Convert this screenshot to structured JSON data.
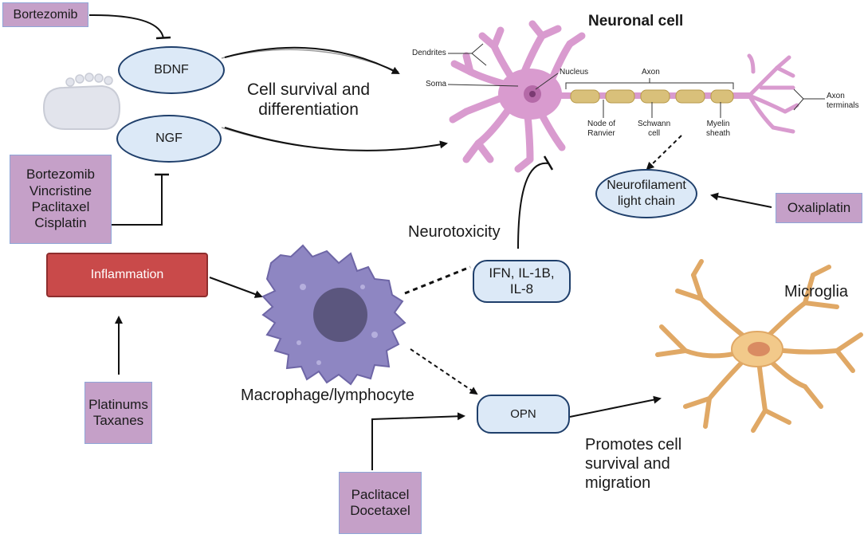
{
  "title": "Neuronal cell",
  "drugs": {
    "bortezomib_top": "Bortezomib",
    "group_left": "Bortezomib\nVincristine\nPaclitaxel\nCisplatin",
    "oxaliplatin": "Oxaliplatin",
    "platinums": "Platinums\nTaxanes",
    "paclitacel": "Paclitacel\nDocetaxel"
  },
  "factors": {
    "bdnf": "BDNF",
    "ngf": "NGF",
    "nfl": "Neurofilament\nlight chain",
    "ifn": "IFN, IL-1B,\nIL-8",
    "opn": "OPN"
  },
  "inflammation": "Inflammation",
  "labels": {
    "cell_survival": "Cell survival and\ndifferentiation",
    "neurotoxicity": "Neurotoxicity",
    "macrophage": "Macrophage/lymphocyte",
    "microglia": "Microglia",
    "promotes": "Promotes cell\nsurvival and\nmigration"
  },
  "neuron_parts": {
    "dendrites": "Dendrites",
    "soma": "Soma",
    "nucleus": "Nucleus",
    "axon": "Axon",
    "axon_terminals": "Axon\nterminals",
    "node_of_ranvier": "Node of\nRanvier",
    "schwann_cell": "Schwann\ncell",
    "myelin_sheath": "Myelin\nsheath"
  },
  "colors": {
    "drug_box": "#c5a0c8",
    "factor_fill": "#dce9f7",
    "inflammation": "#c94a4a",
    "neuron": "#d99bcf",
    "myelin": "#d9c07a",
    "macrophage": "#8e86c2",
    "microglia": "#f2c98a"
  }
}
